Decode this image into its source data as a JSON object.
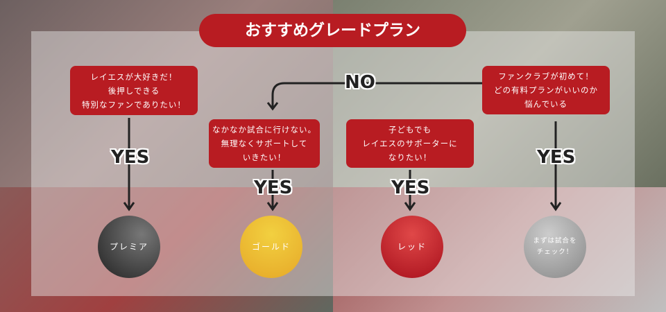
{
  "title": "おすすめグレードプラン",
  "boxes": [
    {
      "text": "レイエスが大好きだ！\n後押しできる\n特別なファンでありたい！"
    },
    {
      "text": "なかなか試合に行けない。\n無理なくサポートして\nいきたい！"
    },
    {
      "text": "子どもでも\nレイエスのサポーターに\nなりたい！"
    },
    {
      "text": "ファンクラブが初めて！\nどの有料プランがいいのか\n悩んでいる"
    }
  ],
  "yes": "YES",
  "no": "NO",
  "plans": [
    {
      "label": "プレミア",
      "color": "#333333"
    },
    {
      "label": "ゴールド",
      "color": "#f0c030"
    },
    {
      "label": "レッド",
      "color": "#c8202a"
    },
    {
      "label": "まずは試合を\nチェック！",
      "color": "#9a9a9a"
    }
  ]
}
